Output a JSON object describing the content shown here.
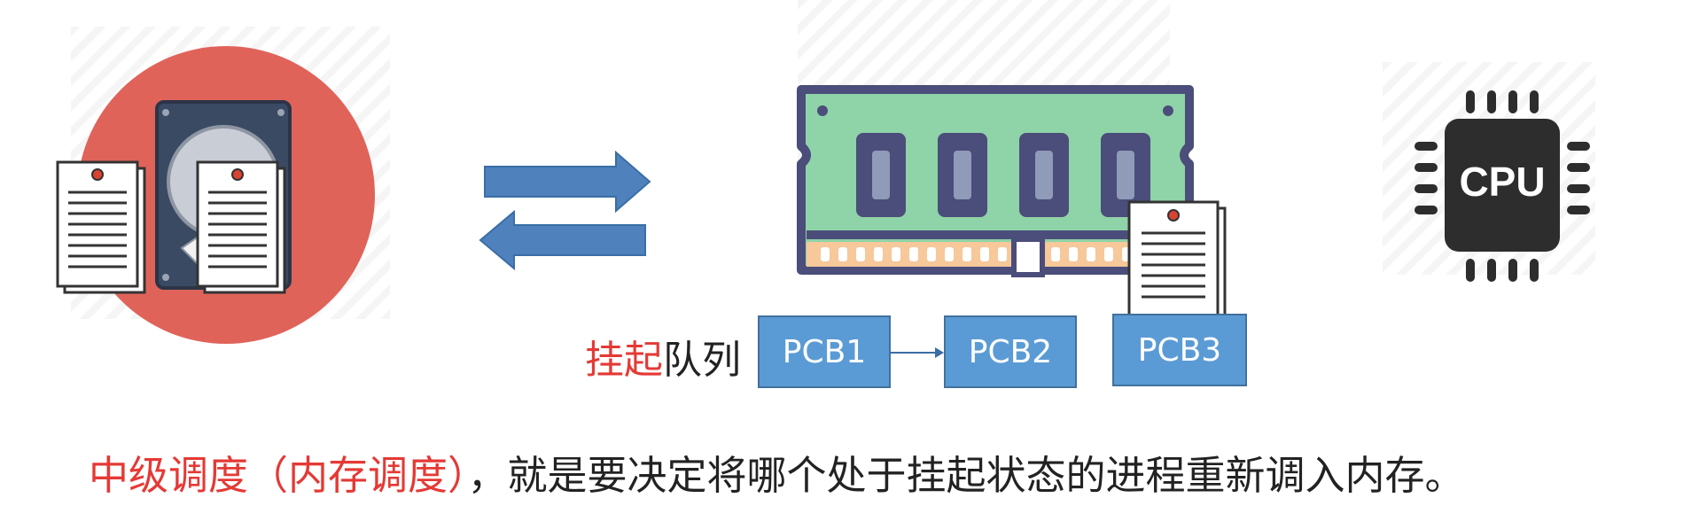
{
  "icons": {
    "disk": "hard-disk-with-documents-icon",
    "memory": "memory-module-icon",
    "cpu": "cpu-chip-icon"
  },
  "cpu_label": "CPU",
  "queue": {
    "label_red": "挂起",
    "label_black": "队列",
    "items": [
      "PCB1",
      "PCB2",
      "PCB3"
    ]
  },
  "caption": {
    "red": "中级调度（内存调度）",
    "black": "，就是要决定将哪个处于挂起状态的进程重新调入内存。"
  },
  "colors": {
    "accent_red": "#e53935",
    "pcb_blue": "#5b9bd5",
    "arrow_blue": "#4f81bd",
    "disk_circle": "#e0635a",
    "ram_green": "#8fd3a8",
    "ram_border": "#4b4d7a",
    "cpu_dark": "#2d2d2d"
  }
}
